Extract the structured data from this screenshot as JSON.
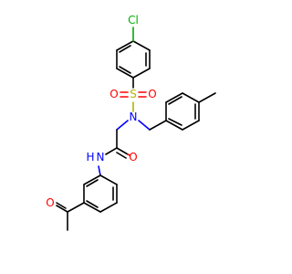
{
  "molecule": {
    "atoms": {
      "cl": {
        "symbol": "Cl",
        "color": "#00b000"
      },
      "s": {
        "symbol": "S",
        "color": "#b2b200"
      },
      "o_sulfonyl_left": {
        "symbol": "O",
        "color": "#ff0000"
      },
      "o_sulfonyl_right": {
        "symbol": "O",
        "color": "#ff0000"
      },
      "n_sulfonamide": {
        "symbol": "N",
        "color": "#0000ff"
      },
      "n_amide": {
        "symbol": "N",
        "color": "#0000ff"
      },
      "h_amide": {
        "symbol": "H",
        "color": "#0000ff"
      },
      "o_amide": {
        "symbol": "O",
        "color": "#ff0000"
      },
      "o_ketone": {
        "symbol": "O",
        "color": "#ff0000"
      }
    },
    "colors": {
      "bond": "#000000",
      "nitrogen": "#0000ff",
      "oxygen": "#ff0000",
      "sulfur": "#b2b200",
      "chlorine": "#00b000"
    }
  }
}
